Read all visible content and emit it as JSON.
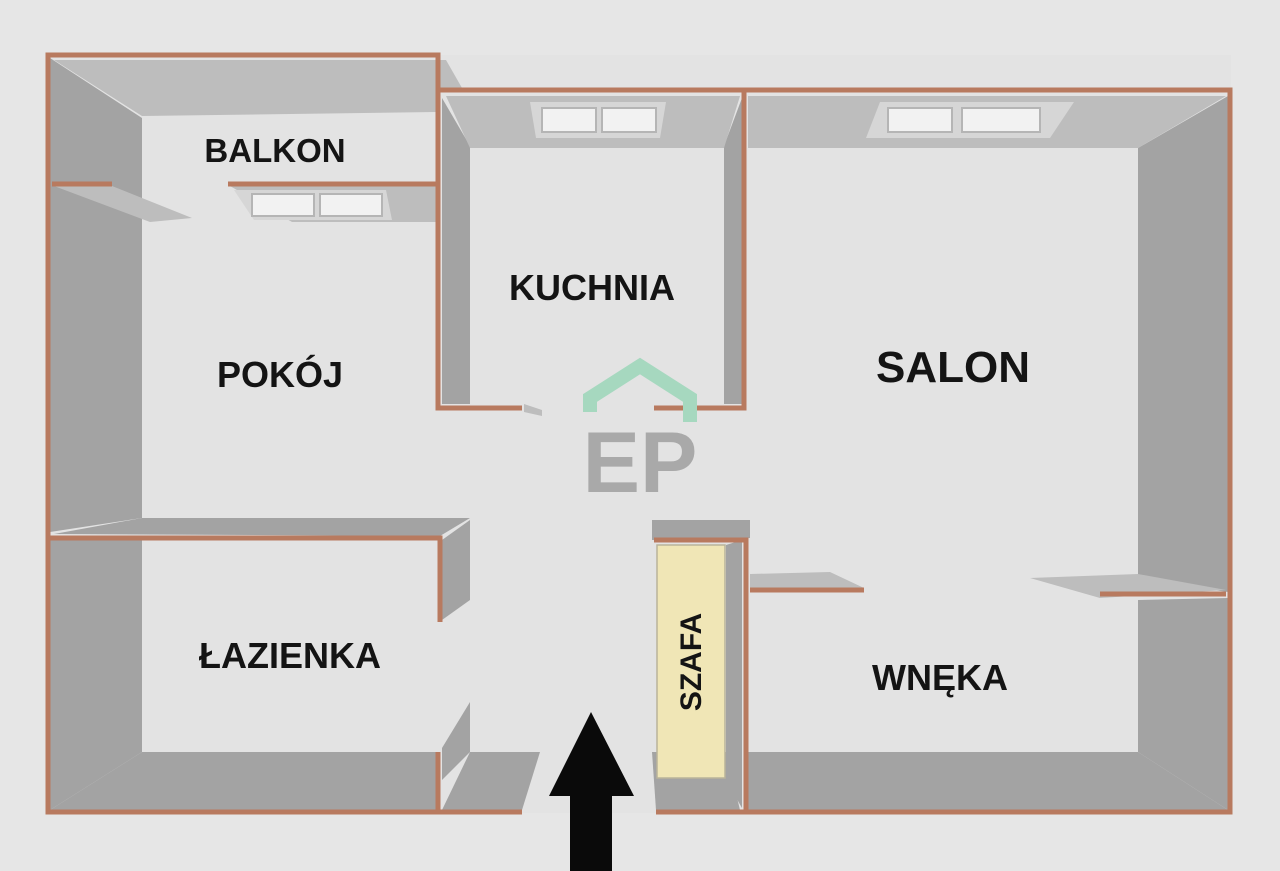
{
  "floor_plan": {
    "rooms": [
      {
        "id": "balkon",
        "label": "BALKON"
      },
      {
        "id": "kuchnia",
        "label": "KUCHNIA"
      },
      {
        "id": "salon",
        "label": "SALON"
      },
      {
        "id": "pokoj",
        "label": "POKÓJ"
      },
      {
        "id": "lazienka",
        "label": "ŁAZIENKA"
      },
      {
        "id": "wneka",
        "label": "WNĘKA"
      },
      {
        "id": "szafa",
        "label": "SZAFA"
      }
    ],
    "entrance_icon": "entrance-arrow-up-icon",
    "watermark": {
      "text": "EP",
      "icon": "house-roof-icon"
    }
  },
  "colors": {
    "background": "#e6e6e6",
    "floor": "#e3e3e3",
    "wall_outline": "#b87a5f",
    "wall_side": "#a3a3a3",
    "wall_side_light": "#bdbdbd",
    "wardrobe": "#f0e6b6",
    "watermark_roof": "#a6d8bf",
    "watermark_text": "#a9a9a9",
    "arrow": "#0a0a0a"
  }
}
